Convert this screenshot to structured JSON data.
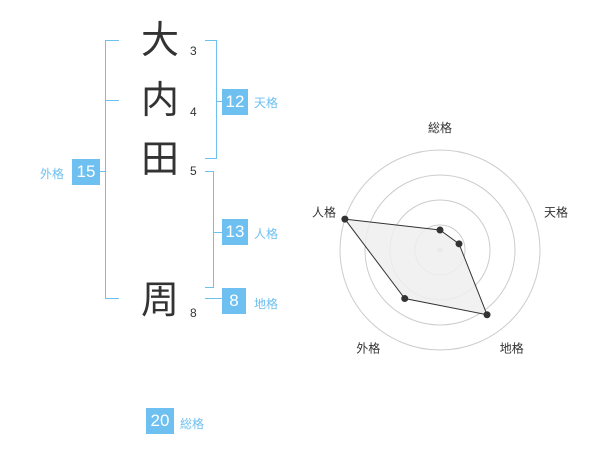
{
  "name": {
    "characters": [
      {
        "char": "大",
        "strokes": "3"
      },
      {
        "char": "内",
        "strokes": "4"
      },
      {
        "char": "田",
        "strokes": "5"
      },
      {
        "char": "周",
        "strokes": "8"
      }
    ]
  },
  "kakusu": {
    "tenkaku": {
      "value": "12",
      "label": "天格"
    },
    "jinkaku": {
      "value": "13",
      "label": "人格"
    },
    "chikaku": {
      "value": "8",
      "label": "地格"
    },
    "gaikaku": {
      "value": "15",
      "label": "外格"
    },
    "soukaku": {
      "value": "20",
      "label": "総格"
    }
  },
  "colors": {
    "accent": "#6ec0f0",
    "text": "#333333",
    "ring": "#cccccc",
    "fill": "#eeeeee"
  },
  "chart_data": {
    "type": "radar",
    "axes": [
      "総格",
      "天格",
      "地格",
      "外格",
      "人格"
    ],
    "values": [
      0.2,
      0.2,
      0.8,
      0.6,
      1.0
    ],
    "rings": 4
  }
}
